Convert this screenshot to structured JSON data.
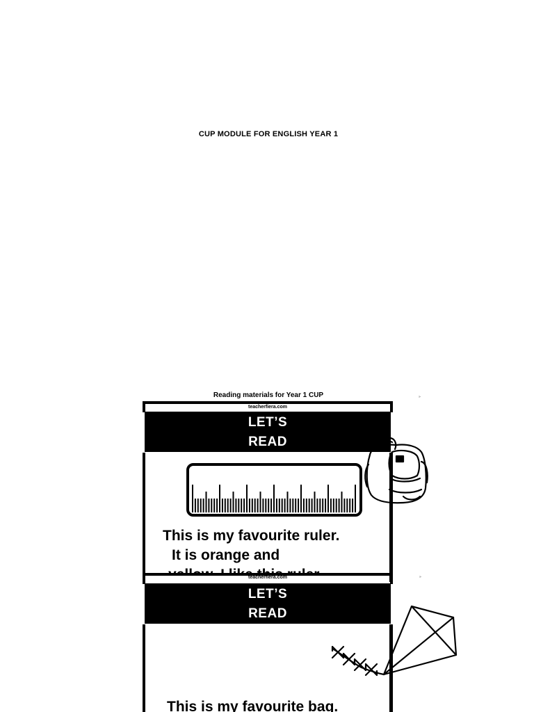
{
  "document": {
    "module_title": "CUP MODULE FOR ENGLISH YEAR 1",
    "reading_title": "Reading materials for Year 1 CUP",
    "corner_mark": "»"
  },
  "cards": [
    {
      "watermark": "teacherfiera.com",
      "banner_line1": "LET’S",
      "banner_line2": "READ",
      "text_line1": "This is my favourite  ruler.",
      "text_line2": "It is orange and",
      "text_line3": "yellow. I like this ruler."
    },
    {
      "watermark": "teacherfiera.com",
      "banner_line1": "LET’S",
      "banner_line2": "READ",
      "text_line1": "This is my favourite  bag."
    }
  ]
}
